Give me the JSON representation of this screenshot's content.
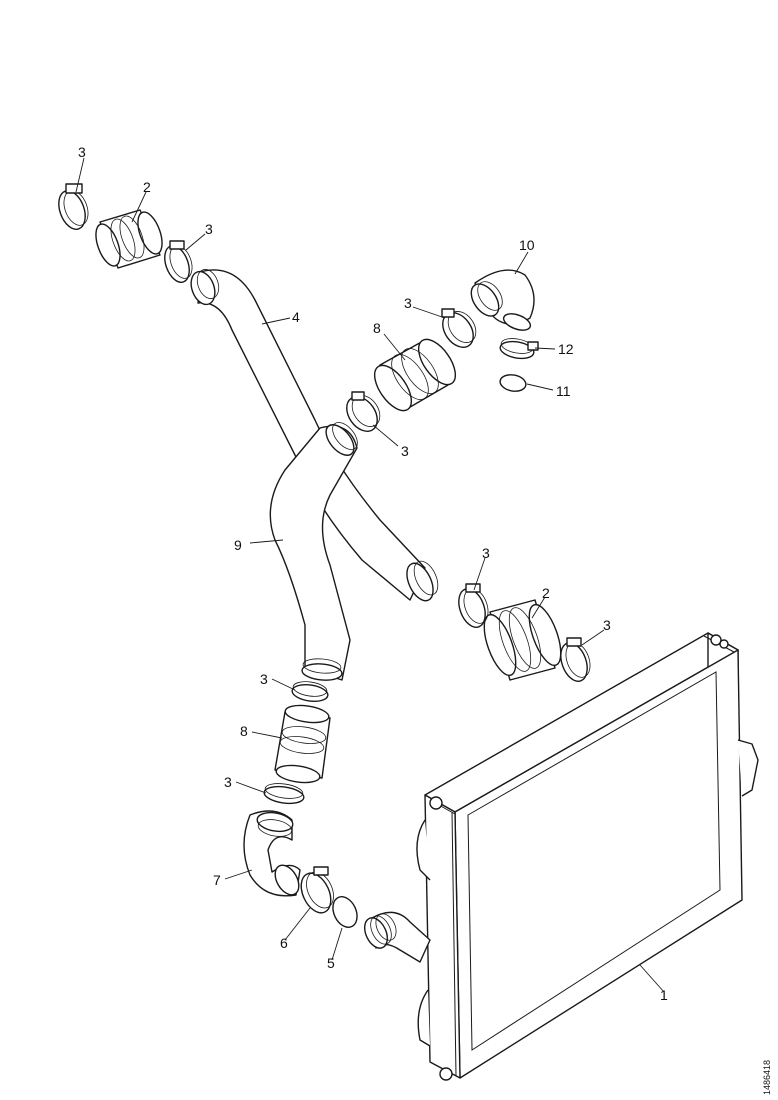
{
  "callouts": {
    "c1": "1",
    "c2a": "2",
    "c2b": "2",
    "c3a": "3",
    "c3b": "3",
    "c3c": "3",
    "c3d": "3",
    "c3e": "3",
    "c3f": "3",
    "c3g": "3",
    "c3h": "3",
    "c4": "4",
    "c5": "5",
    "c6": "6",
    "c7": "7",
    "c8a": "8",
    "c8b": "8",
    "c9": "9",
    "c10": "10",
    "c11": "11",
    "c12": "12"
  },
  "document_number": "1486418"
}
